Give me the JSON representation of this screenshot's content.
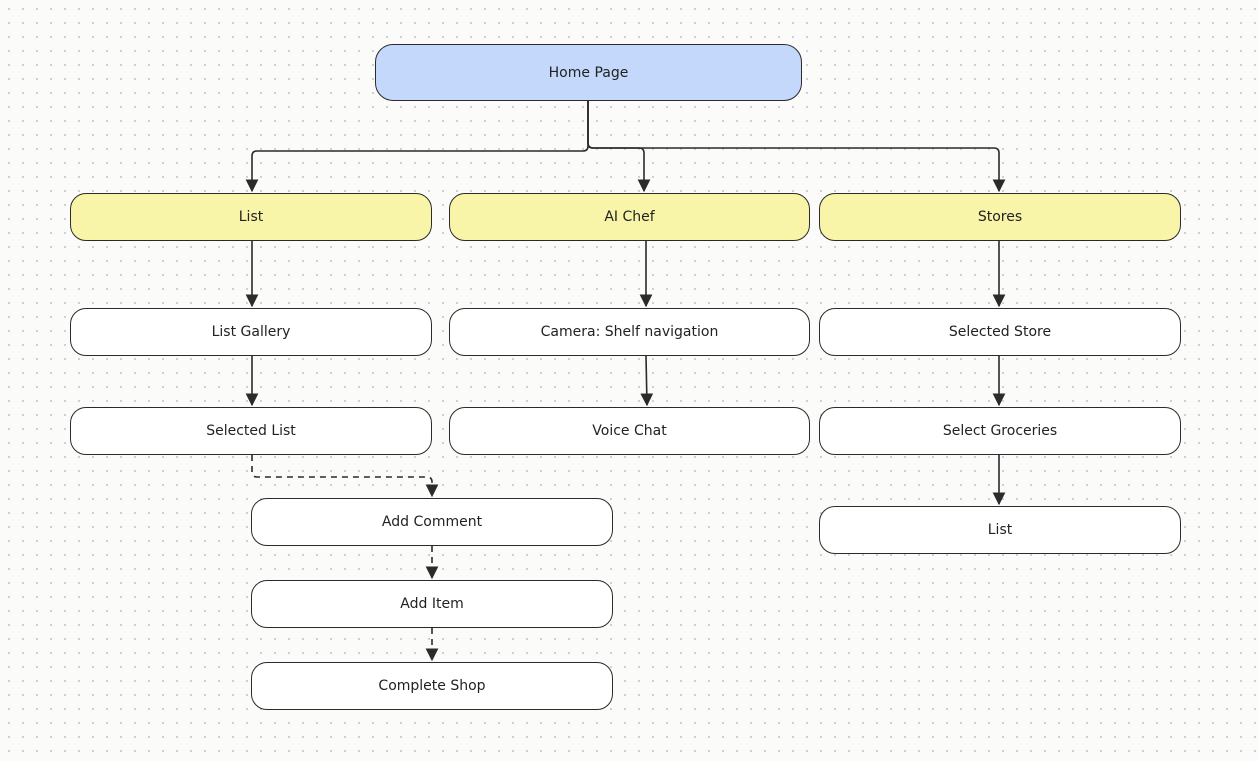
{
  "colors": {
    "root_fill": "#c4d8fb",
    "section_fill": "#f8f4a8",
    "step_fill": "#ffffff",
    "stroke": "#2b2b2b"
  },
  "nodes": {
    "home": "Home Page",
    "list": "List",
    "ai_chef": "AI Chef",
    "stores": "Stores",
    "list_gallery": "List Gallery",
    "selected_list": "Selected List",
    "add_comment": "Add Comment",
    "add_item": "Add Item",
    "complete_shop": "Complete Shop",
    "camera": "Camera: Shelf navigation",
    "voice_chat": "Voice Chat",
    "selected_store": "Selected Store",
    "select_groceries": "Select Groceries",
    "stores_list": "List"
  },
  "edges": [
    {
      "from": "home",
      "to": "list",
      "style": "solid"
    },
    {
      "from": "home",
      "to": "ai_chef",
      "style": "solid"
    },
    {
      "from": "home",
      "to": "stores",
      "style": "solid"
    },
    {
      "from": "list",
      "to": "list_gallery",
      "style": "solid"
    },
    {
      "from": "list_gallery",
      "to": "selected_list",
      "style": "solid"
    },
    {
      "from": "selected_list",
      "to": "add_comment",
      "style": "dashed"
    },
    {
      "from": "add_comment",
      "to": "add_item",
      "style": "dashed"
    },
    {
      "from": "add_item",
      "to": "complete_shop",
      "style": "dashed"
    },
    {
      "from": "ai_chef",
      "to": "camera",
      "style": "solid"
    },
    {
      "from": "camera",
      "to": "voice_chat",
      "style": "solid"
    },
    {
      "from": "stores",
      "to": "selected_store",
      "style": "solid"
    },
    {
      "from": "selected_store",
      "to": "select_groceries",
      "style": "solid"
    },
    {
      "from": "select_groceries",
      "to": "stores_list",
      "style": "solid"
    }
  ]
}
